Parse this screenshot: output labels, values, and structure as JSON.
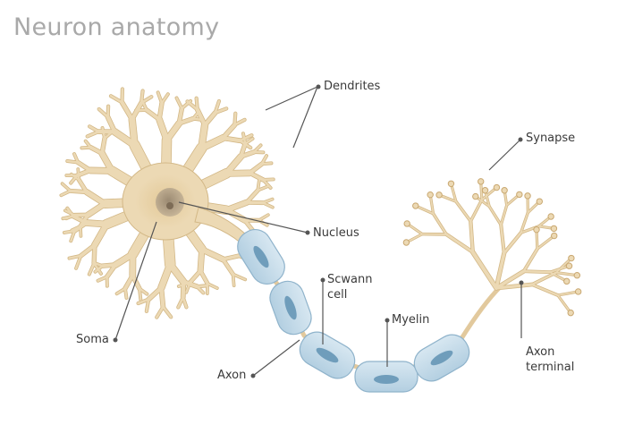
{
  "title": "Neuron anatomy",
  "labels": {
    "dendrites": "Dendrites",
    "synapse": "Synapse",
    "nucleus": "Nucleus",
    "schwann_line1": "Scwann",
    "schwann_line2": "cell",
    "myelin": "Myelin",
    "soma": "Soma",
    "axon": "Axon",
    "axon_terminal_line1": "Axon",
    "axon_terminal_line2": "terminal"
  },
  "colors": {
    "neuron_fill": "#ecd9b4",
    "neuron_edge": "#d3b887",
    "myelin_fill": "#c5dbe9",
    "myelin_edge": "#8fb3cb",
    "myelin_core": "#6f9dbb",
    "nucleus": "#b7a487"
  }
}
